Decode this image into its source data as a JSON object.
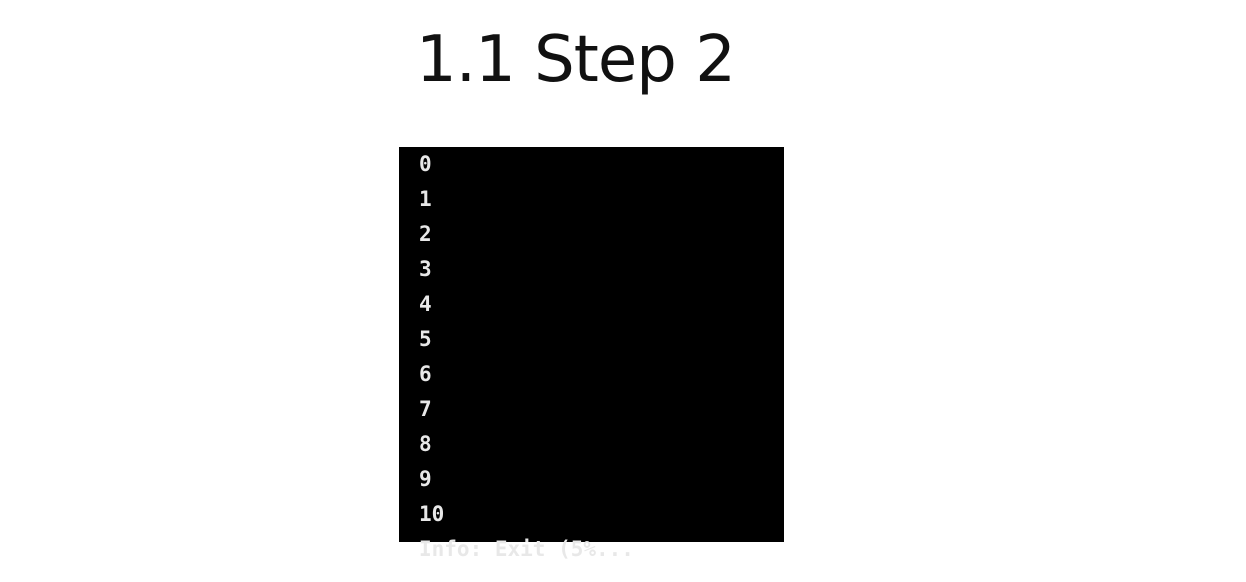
{
  "heading": {
    "title": "1.1 Step 2"
  },
  "console": {
    "lines": [
      "0",
      "1",
      "2",
      "3",
      "4",
      "5",
      "6",
      "7",
      "8",
      "9",
      "10",
      "Info: Exit (5%..."
    ]
  }
}
